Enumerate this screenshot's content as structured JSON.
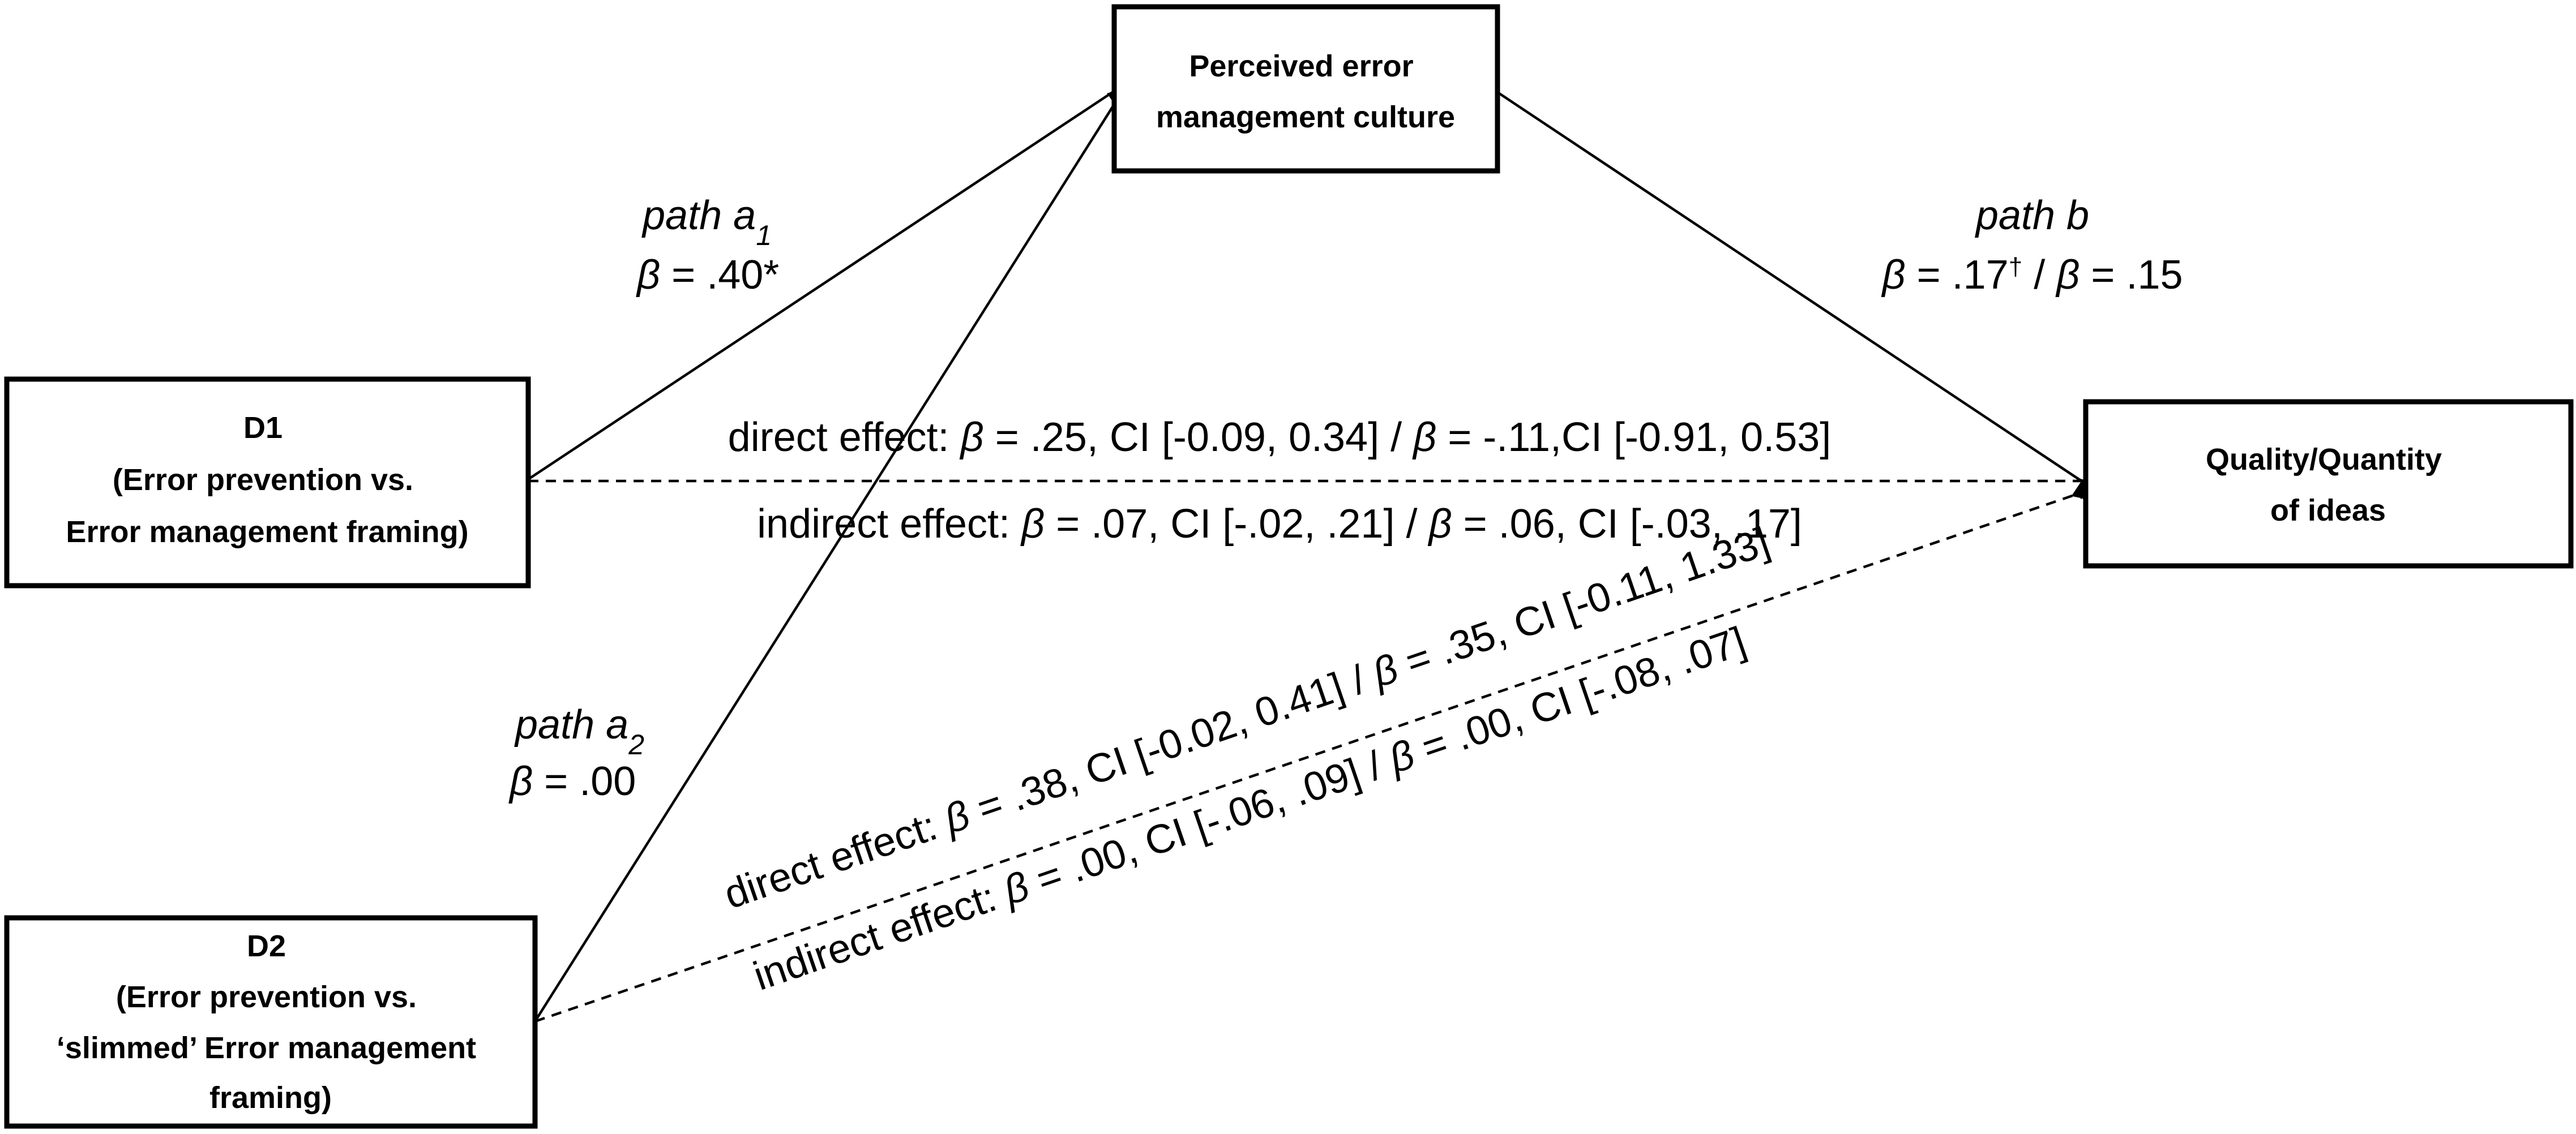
{
  "nodes": {
    "mediator": {
      "lines": [
        "Perceived error",
        "management culture"
      ]
    },
    "d1": {
      "lines": [
        "D1",
        "(Error prevention vs.",
        "Error management framing)"
      ]
    },
    "d2": {
      "lines": [
        "D2",
        "(Error prevention vs.",
        "‘slimmed’ Error management",
        "framing)"
      ]
    },
    "outcome": {
      "lines": [
        "Quality/Quantity",
        "of ideas"
      ]
    }
  },
  "paths": {
    "a1": {
      "name": "path a",
      "subscript": "1",
      "beta": "β",
      "value": " = .40*"
    },
    "a2": {
      "name": "path a",
      "subscript": "2",
      "beta": "β",
      "value": " = .00"
    },
    "b": {
      "name": "path b",
      "beta1": "β",
      "value1": " = .17",
      "dagger": "†",
      "sep": " / ",
      "beta2": "β",
      "value2": " = .15"
    }
  },
  "effects": {
    "d1_direct": {
      "prefix": "direct effect: ",
      "beta1": "β",
      "part1": " = .25, CI [-0.09, 0.34] / ",
      "beta2": "β",
      "part2": " = -.11,CI [-0.91, 0.53]"
    },
    "d1_indirect": {
      "prefix": "indirect effect: ",
      "beta1": "β",
      "part1": " = .07, CI [-.02, .21] / ",
      "beta2": "β",
      "part2": " = .06, CI [-.03, .17]"
    },
    "d2_direct": {
      "prefix": "direct effect: ",
      "beta1": "β",
      "part1": " = .38, CI [-0.02, 0.41] / ",
      "beta2": "β",
      "part2": " = .35, CI [-0.11, 1.33]"
    },
    "d2_indirect": {
      "prefix": "indirect effect: ",
      "beta1": "β",
      "part1": " = .00, CI [-.06, .09] / ",
      "beta2": "β",
      "part2": " = .00, CI [-.08, .07]"
    }
  }
}
